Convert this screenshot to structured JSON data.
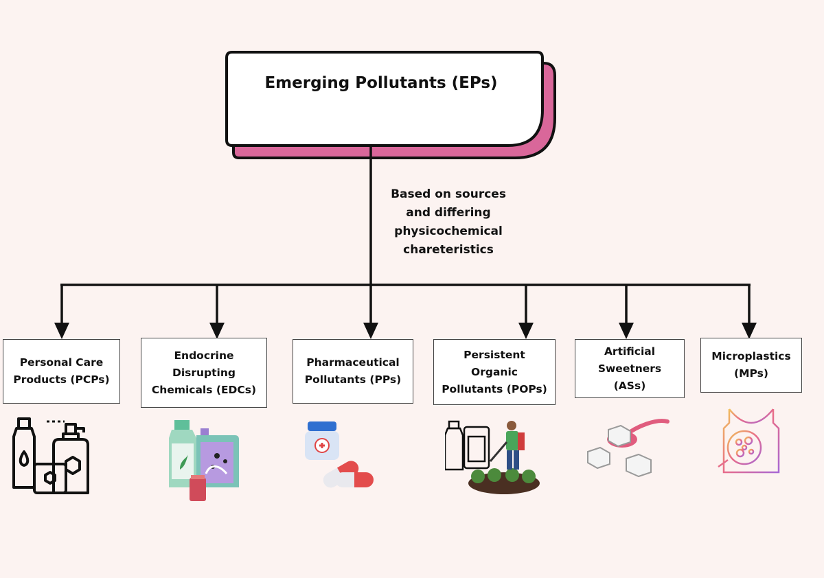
{
  "root": {
    "title": "Emerging Pollutants (EPs)"
  },
  "criterion": "Based on sources\nand differing\nphysicochemical\nchareteristics",
  "categories": [
    {
      "label": "Personal Care\nProducts (PCPs)",
      "icon": "personal-care-bottles-icon"
    },
    {
      "label": "Endocrine\nDisrupting\nChemicals (EDCs)",
      "icon": "chemical-containers-icon"
    },
    {
      "label": "Pharmaceutical\nPollutants (PPs)",
      "icon": "medicine-jar-capsules-icon"
    },
    {
      "label": "Persistent\nOrganic\nPollutants (POPs)",
      "icon": "pesticide-sprayer-icon"
    },
    {
      "label": "Artificial\nSweetners\n(ASs)",
      "icon": "sugar-cubes-spoon-icon"
    },
    {
      "label": "Microplastics\n(MPs)",
      "icon": "plastic-bag-particles-icon"
    }
  ],
  "colors": {
    "accent": "#d9679a",
    "background": "#fcf3f1",
    "line": "#111111"
  }
}
